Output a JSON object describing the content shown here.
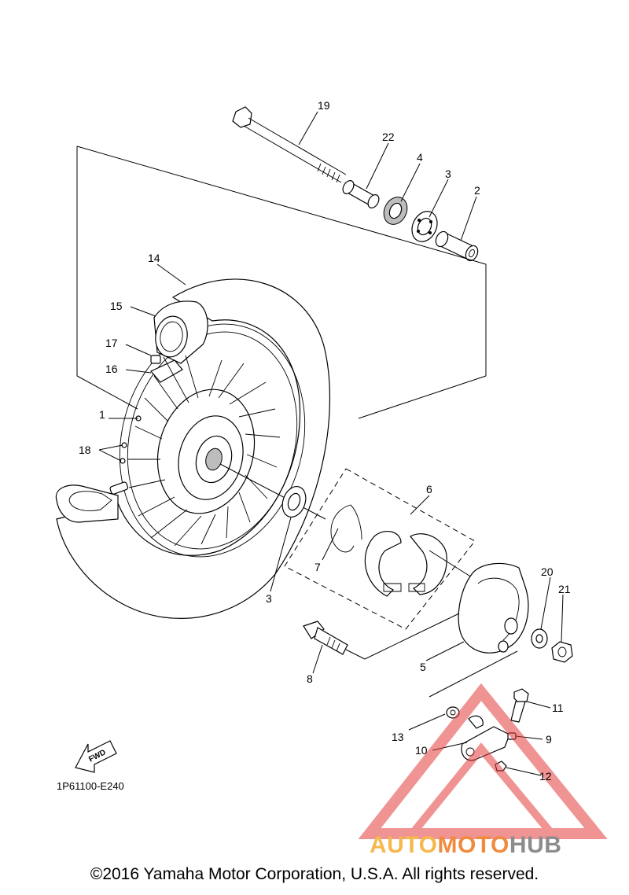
{
  "diagram": {
    "part_callouts": [
      "19",
      "22",
      "4",
      "3",
      "2",
      "14",
      "15",
      "17",
      "16",
      "1",
      "18",
      "6",
      "7",
      "3",
      "20",
      "21",
      "5",
      "8",
      "11",
      "13",
      "9",
      "10",
      "12"
    ],
    "fwd_label": "FWD",
    "diagram_code": "1P61100-E240"
  },
  "watermark": {
    "brand_part_1": "AUTO",
    "brand_part_2": "MOTO",
    "brand_part_3": "HUB",
    "colors": {
      "triangle": "#e23b3b",
      "auto": "#f5b94e",
      "moto": "#f08a3e",
      "hub": "#8c8c8c"
    }
  },
  "copyright": "©2016 Yamaha Motor Corporation, U.S.A. All rights reserved."
}
